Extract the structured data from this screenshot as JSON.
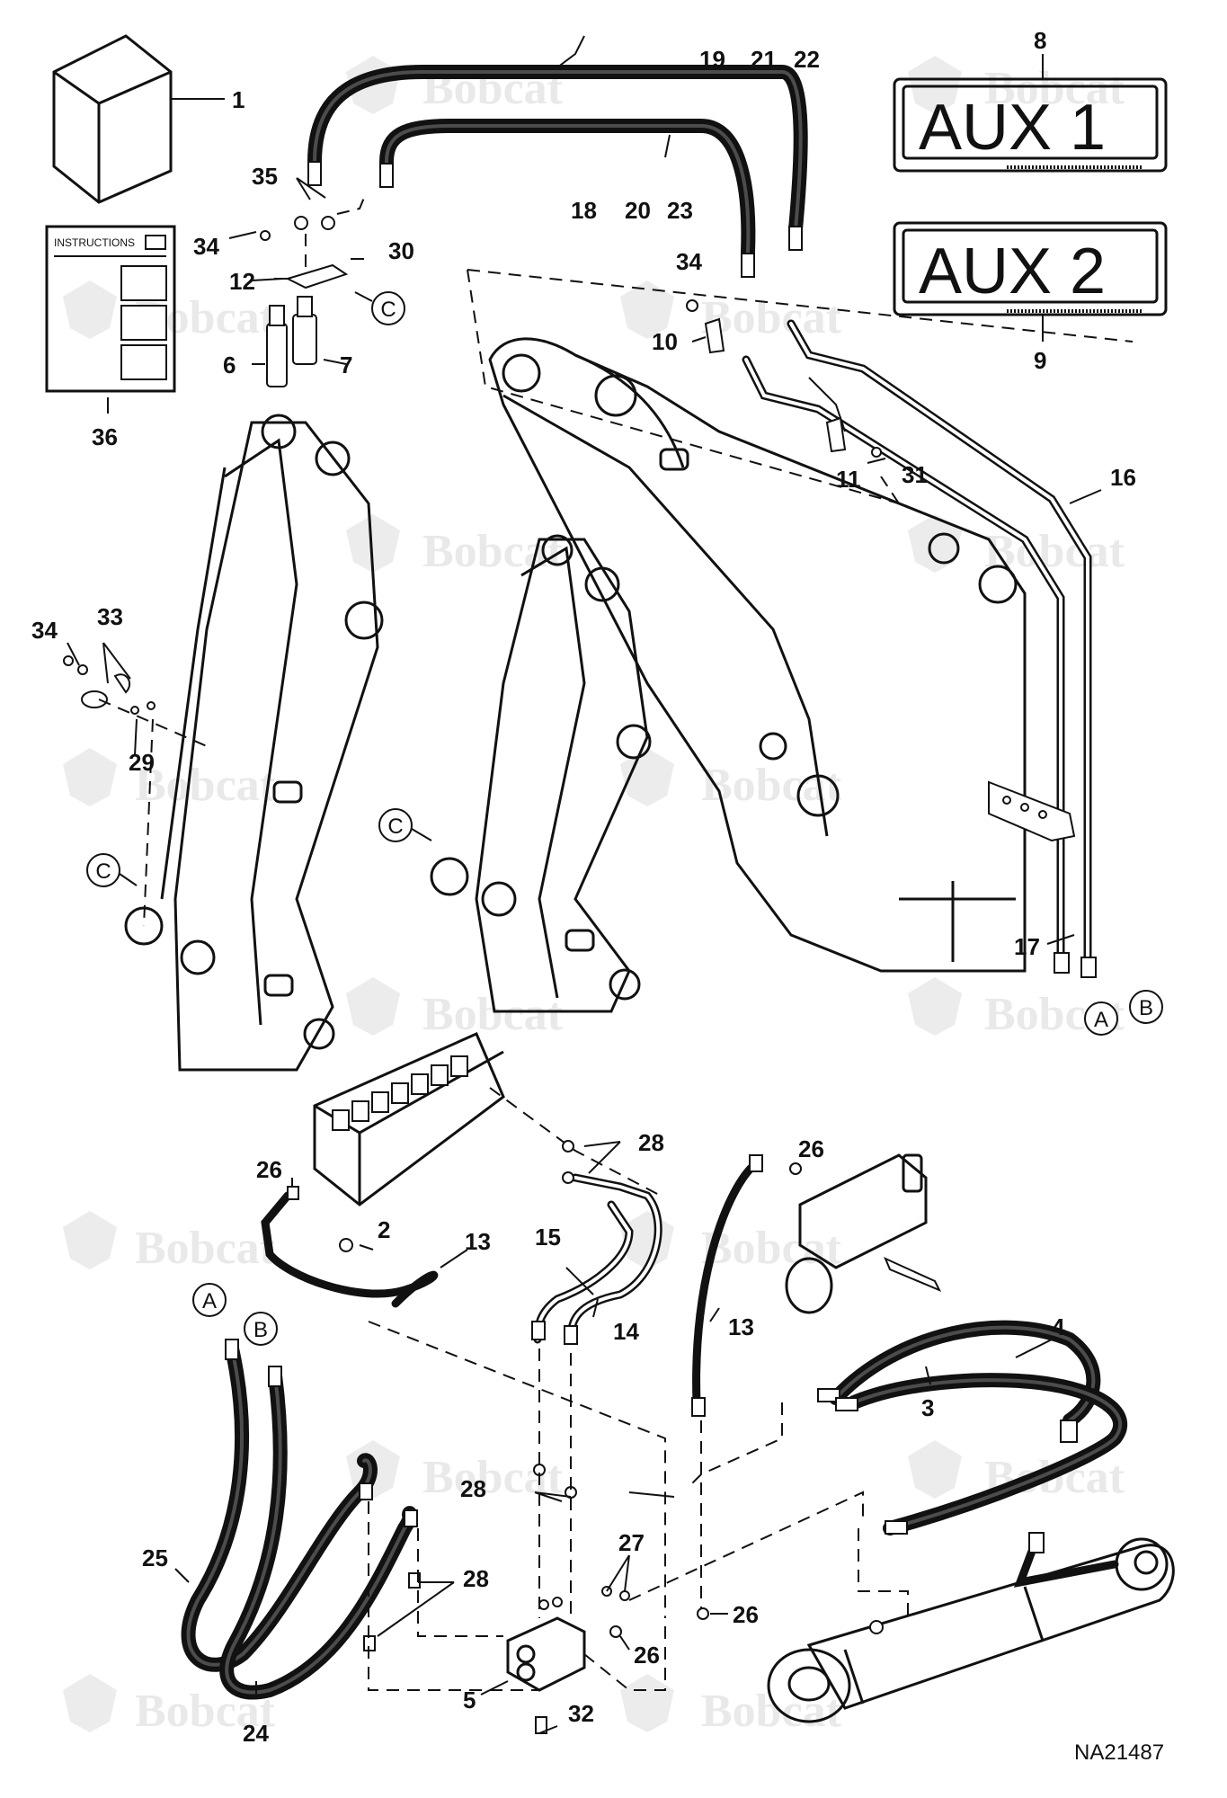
{
  "watermark": {
    "text": "Bobcat",
    "color": "#e9e9e9"
  },
  "drawing_number": "NA21487",
  "decals": [
    {
      "id": "aux1",
      "text": "AUX 1"
    },
    {
      "id": "aux2",
      "text": "AUX 2"
    }
  ],
  "instructions_label": "INSTRUCTIONS",
  "port_labels": {
    "a": "A",
    "b": "B",
    "c": "C"
  },
  "callouts": {
    "p1": "1",
    "p2": "2",
    "p3": "3",
    "p4": "4",
    "p5": "5",
    "p6": "6",
    "p7": "7",
    "p8": "8",
    "p9": "9",
    "p10": "10",
    "p11": "11",
    "p12": "12",
    "p13": "13",
    "p14": "14",
    "p15": "15",
    "p16": "16",
    "p17": "17",
    "p18": "18",
    "p19": "19",
    "p20": "20",
    "p21": "21",
    "p22": "22",
    "p23": "23",
    "p24": "24",
    "p25": "25",
    "p26": "26",
    "p27": "27",
    "p28": "28",
    "p29": "29",
    "p30": "30",
    "p31": "31",
    "p32": "32",
    "p33": "33",
    "p34": "34",
    "p35": "35",
    "p36": "36"
  }
}
